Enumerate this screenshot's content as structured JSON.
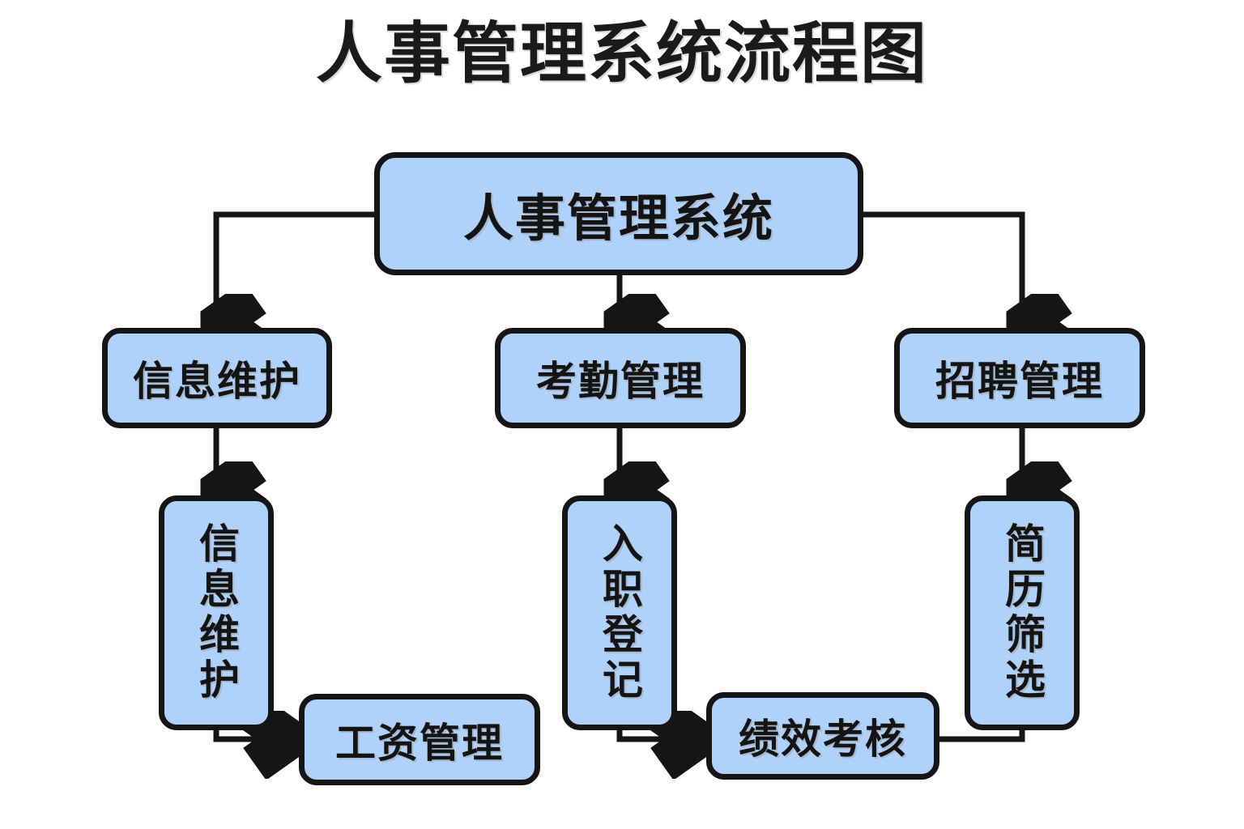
{
  "title": "人事管理系统流程图",
  "colors": {
    "node_fill": "#AED2FB",
    "node_border": "#151515",
    "connector": "#151515",
    "title_text": "#1a1a1a",
    "background": "#FFFFFF"
  },
  "diagram": {
    "type": "flowchart",
    "orientation": "top-down",
    "nodes": [
      {
        "id": "root",
        "label": "人事管理系统",
        "level": 0,
        "text_direction": "horizontal"
      },
      {
        "id": "info",
        "label": "信息维护",
        "level": 1,
        "text_direction": "horizontal"
      },
      {
        "id": "attend",
        "label": "考勤管理",
        "level": 1,
        "text_direction": "horizontal"
      },
      {
        "id": "recruit",
        "label": "招聘管理",
        "level": 1,
        "text_direction": "horizontal"
      },
      {
        "id": "info_sub",
        "label": "信息维护",
        "level": 2,
        "text_direction": "vertical"
      },
      {
        "id": "onboard",
        "label": "入职登记",
        "level": 2,
        "text_direction": "vertical"
      },
      {
        "id": "resume",
        "label": "简历筛选",
        "level": 2,
        "text_direction": "vertical"
      },
      {
        "id": "salary",
        "label": "工资管理",
        "level": 3,
        "text_direction": "horizontal"
      },
      {
        "id": "perf",
        "label": "绩效考核",
        "level": 3,
        "text_direction": "horizontal"
      }
    ],
    "edges": [
      {
        "from": "root",
        "to": "info",
        "arrow": true,
        "routing": "left-elbow"
      },
      {
        "from": "root",
        "to": "attend",
        "arrow": true,
        "routing": "straight-down"
      },
      {
        "from": "root",
        "to": "recruit",
        "arrow": true,
        "routing": "right-elbow"
      },
      {
        "from": "info",
        "to": "info_sub",
        "arrow": true,
        "routing": "straight-down"
      },
      {
        "from": "attend",
        "to": "onboard",
        "arrow": true,
        "routing": "straight-down"
      },
      {
        "from": "recruit",
        "to": "resume",
        "arrow": true,
        "routing": "straight-down"
      },
      {
        "from": "info_sub",
        "to": "salary",
        "arrow": true,
        "routing": "down-then-right"
      },
      {
        "from": "onboard",
        "to": "perf",
        "arrow": true,
        "routing": "down-then-right"
      },
      {
        "from": "resume",
        "to": "perf",
        "arrow": false,
        "routing": "down-then-left"
      }
    ]
  }
}
